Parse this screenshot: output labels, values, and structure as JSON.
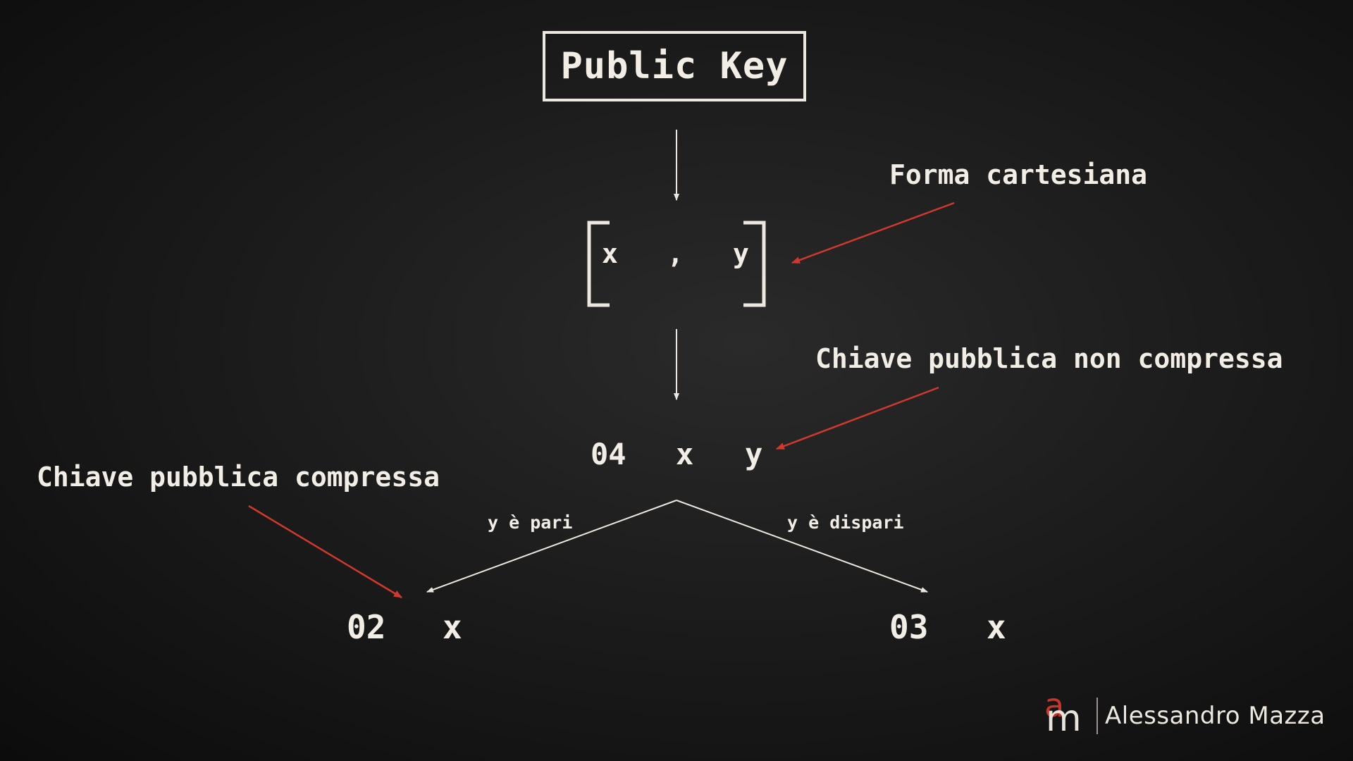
{
  "title": "Public Key",
  "cartesian": {
    "x": "x",
    "comma": ",",
    "y": "y"
  },
  "uncompressed": {
    "prefix": "04",
    "x": "x",
    "y": "y"
  },
  "branch_left": {
    "condition": "y è pari",
    "prefix": "02",
    "x": "x"
  },
  "branch_right": {
    "condition": "y è dispari",
    "prefix": "03",
    "x": "x"
  },
  "annotations": {
    "cartesian_form": "Forma cartesiana",
    "uncompressed_key": "Chiave pubblica non compressa",
    "compressed_key": "Chiave pubblica compressa"
  },
  "logo": {
    "mark_a": "a",
    "mark_m": "m",
    "name": "Alessandro Mazza"
  },
  "colors": {
    "background": "#151515",
    "text": "#f2eee6",
    "accent": "#c8352b"
  }
}
